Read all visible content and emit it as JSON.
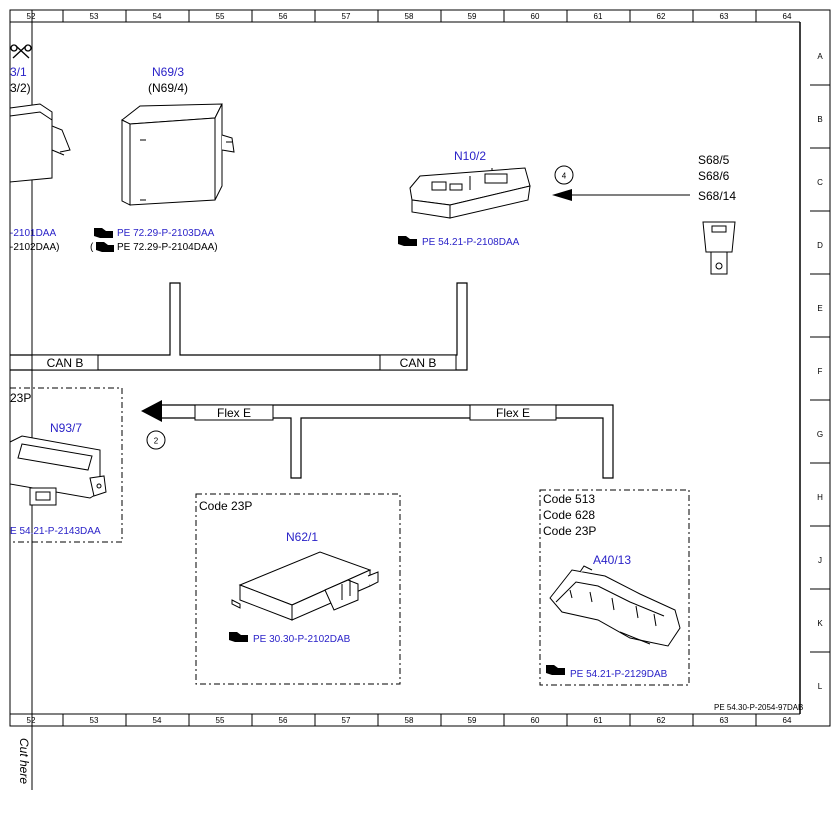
{
  "grid_columns": [
    "52",
    "53",
    "54",
    "55",
    "56",
    "57",
    "58",
    "59",
    "60",
    "61",
    "62",
    "63",
    "64"
  ],
  "grid_rows": [
    "A",
    "B",
    "C",
    "D",
    "E",
    "F",
    "G",
    "H",
    "J",
    "K",
    "L"
  ],
  "cut_label": "Cut here",
  "doc_code": "PE 54.30-P-2054-97DAB",
  "components": {
    "partial_left": {
      "line1": "3/1",
      "line2": "3/2)",
      "ref1": "-2101DAA",
      "ref2": "-2102DAA)"
    },
    "n69": {
      "title": "N69/3",
      "alt": "(N69/4)",
      "ref1": "PE 72.29-P-2103DAA",
      "ref2_open": "(",
      "ref2": "PE 72.29-P-2104DAA)"
    },
    "n10": {
      "title": "N10/2",
      "ref": "PE 54.21-P-2108DAA"
    },
    "s68": {
      "line1": "S68/5",
      "line2": "S68/6",
      "line3": "S68/14"
    },
    "n93": {
      "code": "23P",
      "title": "N93/7",
      "ref": "E 54.21-P-2143DAA"
    },
    "n62": {
      "code": "Code 23P",
      "title": "N62/1",
      "ref": "PE 30.30-P-2102DAB"
    },
    "a40": {
      "code1": "Code 513",
      "code2": "Code 628",
      "code3": "Code 23P",
      "title": "A40/13",
      "ref": "PE 54.21-P-2129DAB"
    }
  },
  "buses": {
    "can_b_left": "CAN B",
    "can_b_right": "CAN B",
    "flex_e_left": "Flex E",
    "flex_e_right": "Flex E"
  },
  "markers": {
    "marker_4": "4",
    "marker_2": "2"
  }
}
